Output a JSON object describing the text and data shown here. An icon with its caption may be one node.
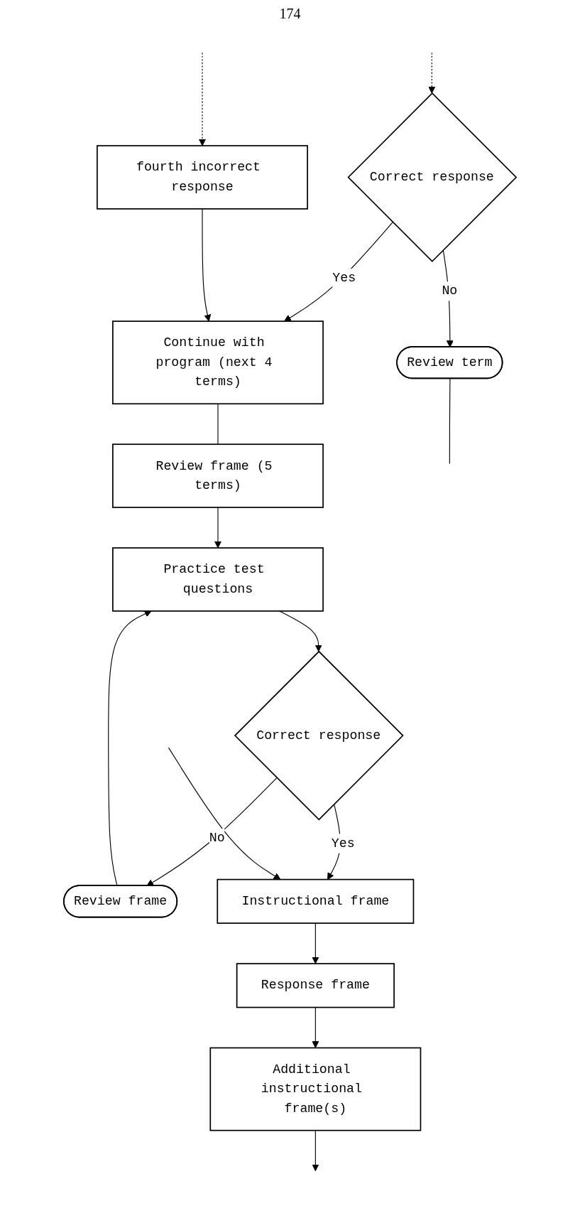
{
  "diagram": {
    "nodes": [
      {
        "text": [
          "Correct response"
        ]
      },
      {
        "text": [
          "Review term"
        ]
      },
      {
        "text": [
          "fourth incorrect response"
        ]
      },
      {
        "text": [
          "Continue with program (next 4 terms)"
        ]
      },
      {
        "text": [
          "Review frame (5 terms)"
        ]
      },
      {
        "text": [
          "Practice test questions"
        ]
      },
      {
        "text": [
          "Correct response"
        ]
      },
      {
        "text": [
          "Review frame"
        ]
      },
      {
        "text": [
          "Instructional frame"
        ]
      },
      {
        "text": [
          "Response frame"
        ]
      },
      {
        "text": [
          "Additional instructional frame(s)"
        ]
      }
    ],
    "edges": [
      {
        "from": null,
        "to": 0,
        "arrow": "to",
        "style": "dashed"
      },
      {
        "from": null,
        "to": 2,
        "arrow": "to",
        "style": "dashed"
      },
      {
        "from": 0,
        "to": 1,
        "arrow": "to",
        "label": "No"
      },
      {
        "from": 1,
        "to": null,
        "arrow": "none"
      },
      {
        "from": 0,
        "to": 3,
        "arrow": "to",
        "label": "Yes"
      },
      {
        "from": 2,
        "to": 3,
        "arrow": "to"
      },
      {
        "from": 3,
        "to": 4,
        "arrow": "none"
      },
      {
        "from": 4,
        "to": 5,
        "arrow": "to"
      },
      {
        "from": 5,
        "to": 6,
        "arrow": "to"
      },
      {
        "from": 6,
        "to": 7,
        "arrow": "to",
        "label": "No"
      },
      {
        "from": 7,
        "to": 5,
        "arrow": "to"
      },
      {
        "from": 6,
        "to": 8,
        "arrow": "to",
        "label": "Yes"
      },
      {
        "from": 8,
        "to": 9,
        "arrow": "to"
      },
      {
        "from": 9,
        "to": 10,
        "arrow": "to"
      },
      {
        "from": 10,
        "to": null,
        "arrow": "to"
      },
      {
        "from": null,
        "to": 8,
        "arrow": "to"
      }
    ],
    "labels": [
      "174"
    ]
  }
}
